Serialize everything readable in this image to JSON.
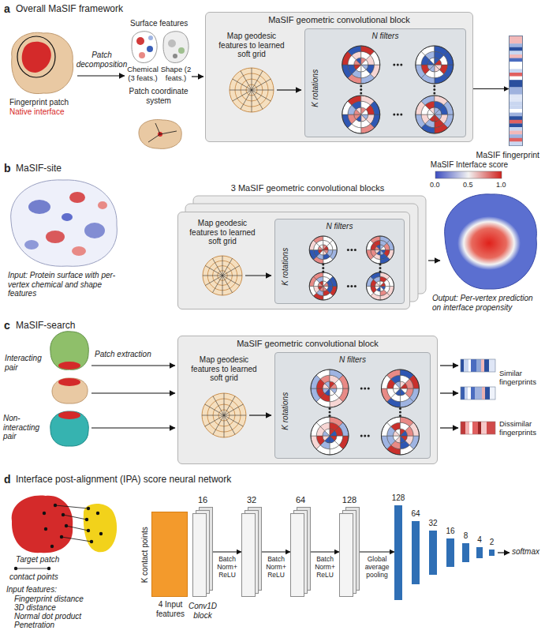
{
  "diagram": {
    "nodes": [
      {
        "text": [
          "MaSIF geometric convolutional block",
          "Map geodesic features to learned soft grid"
        ]
      },
      {
        "text": [
          "N filters",
          "K rotations"
        ],
        "in": 0
      },
      {
        "text": [
          "MaSIF fingerprint"
        ]
      },
      {
        "text": [
          "Map geodesic features to learned soft grid"
        ]
      },
      {
        "text": [
          "N filters",
          "K rotations"
        ],
        "in": 3
      },
      {
        "text": [
          "MaSIF geometric convolutional block",
          "Map geodesic features to learned soft grid"
        ]
      },
      {
        "text": [
          "N filters",
          "K rotations"
        ],
        "in": 5
      },
      {
        "text": [
          "K contact points",
          "4 Input features"
        ]
      },
      {
        "text": [
          "16",
          "Conv1D block"
        ]
      },
      {
        "text": [
          "32"
        ]
      },
      {
        "text": [
          "64"
        ]
      },
      {
        "text": [
          "128"
        ]
      },
      {
        "text": [
          "128"
        ]
      },
      {
        "text": [
          "64"
        ]
      },
      {
        "text": [
          "32"
        ]
      },
      {
        "text": [
          "16"
        ]
      },
      {
        "text": [
          "8"
        ]
      },
      {
        "text": [
          "4"
        ]
      },
      {
        "text": [
          "2"
        ]
      }
    ],
    "edges": [
      {
        "from": 0,
        "to": 2,
        "arrow": "to"
      },
      {
        "from": 8,
        "to": 9,
        "label": "Batch Norm+ ReLU",
        "arrow": "to"
      },
      {
        "from": 9,
        "to": 10,
        "label": "Batch Norm+ ReLU",
        "arrow": "to"
      },
      {
        "from": 10,
        "to": 11,
        "label": "Batch Norm+ ReLU",
        "arrow": "to"
      },
      {
        "from": 11,
        "to": 12,
        "label": "Global average pooling",
        "arrow": "to"
      }
    ],
    "labels": [
      "a",
      "Overall MaSIF framework",
      "Fingerprint patch",
      "Native interface",
      "Patch decomposition",
      "Surface features",
      "Chemical (3 feats.)",
      "Shape (2 feats.)",
      "Patch coordinate system",
      "b",
      "MaSIF-site",
      "3 MaSIF geometric convolutional blocks",
      "MaSIF Interface score",
      "0.0",
      "0.5",
      "1.0",
      "Input: Protein surface with per-vertex chemical and shape features",
      "Output: Per-vertex prediction on interface propensity",
      "c",
      "MaSIF-search",
      "Interacting pair",
      "Non-interacting pair",
      "Patch extraction",
      "Similar fingerprints",
      "Dissimilar fingerprints",
      "d",
      "Interface post-alignment (IPA) score neural network",
      "Target patch",
      "contact points",
      "Input features:",
      "Fingerprint distance",
      "3D distance",
      "Normal dot product",
      "Penetration",
      "softmax"
    ]
  }
}
